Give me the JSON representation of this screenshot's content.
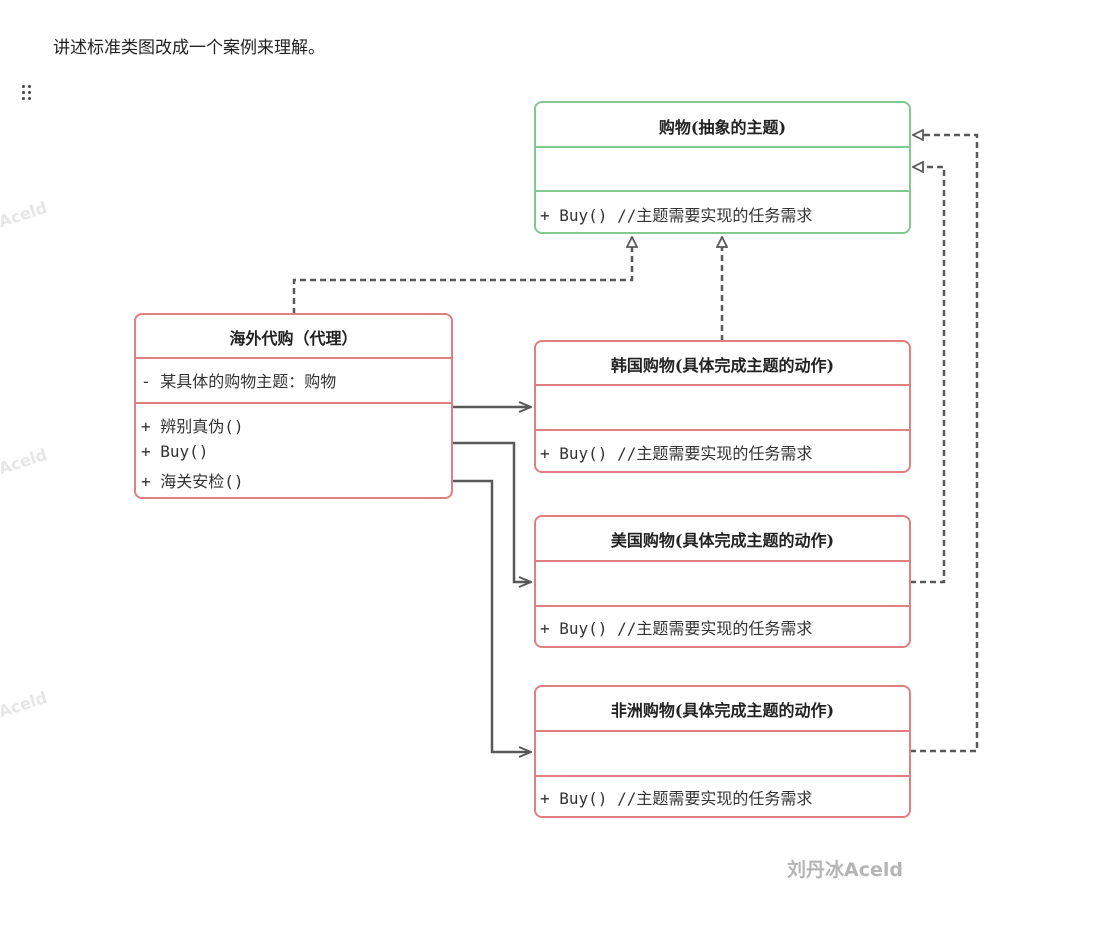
{
  "intro_text": "讲述标准类图改成一个案例来理解。",
  "watermark": "Aceld",
  "signature": "刘丹冰Aceld",
  "colors": {
    "subject_border": "#82c98f",
    "class_border": "#e07f7f",
    "connector": "#595959"
  },
  "diagram": {
    "subject": {
      "title": "购物(抽象的主题)",
      "method": "+ Buy() //主题需要实现的任务需求"
    },
    "proxy": {
      "title": "海外代购（代理）",
      "attribute": "- 某具体的购物主题：购物",
      "methods": [
        "+ 辨别真伪()",
        "+ Buy()",
        "+ 海关安检()"
      ]
    },
    "korea": {
      "title": "韩国购物(具体完成主题的动作)",
      "method": "+ Buy() //主题需要实现的任务需求"
    },
    "usa": {
      "title": "美国购物(具体完成主题的动作)",
      "method": "+ Buy() //主题需要实现的任务需求"
    },
    "africa": {
      "title": "非洲购物(具体完成主题的动作)",
      "method": "+ Buy() //主题需要实现的任务需求"
    }
  }
}
